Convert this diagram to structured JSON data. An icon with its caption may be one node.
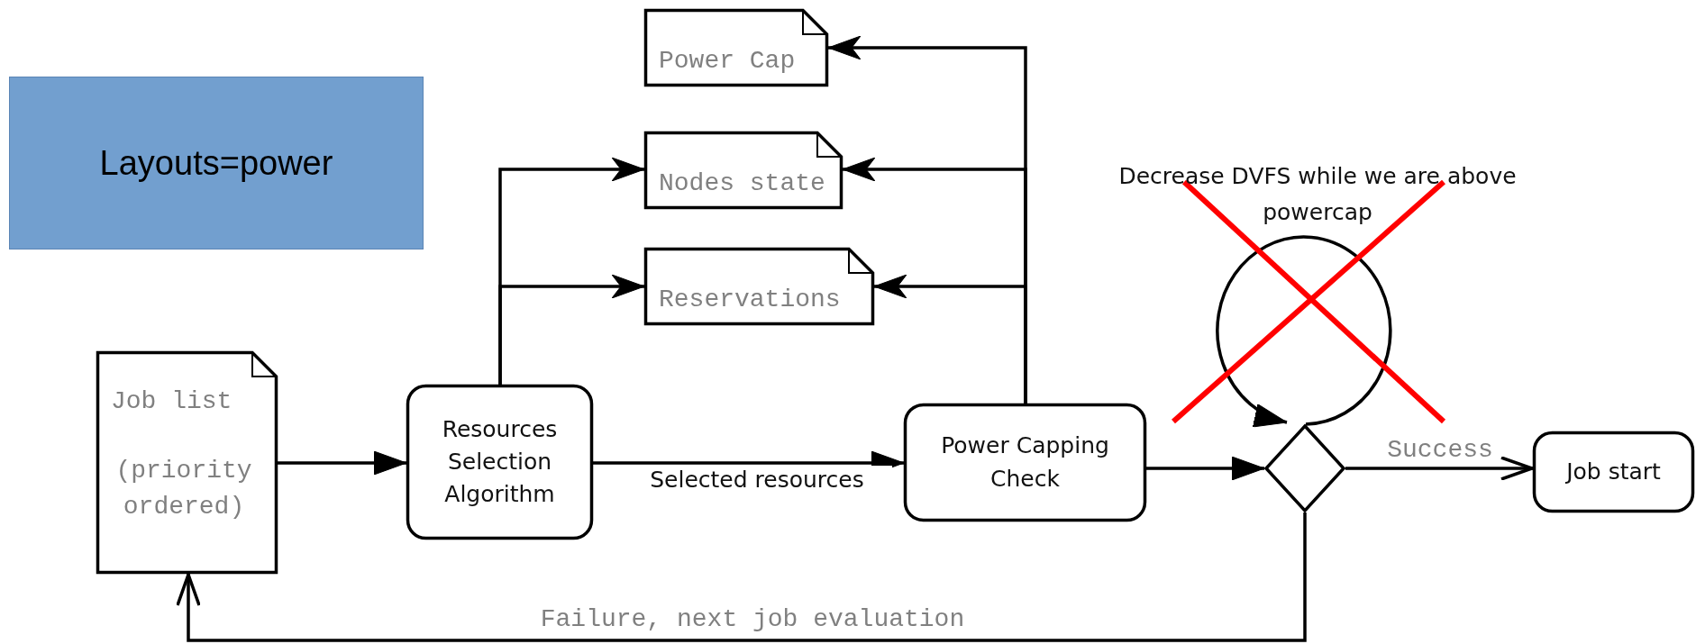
{
  "diagram": {
    "nodes": [
      {
        "text": [
          "Layouts=power"
        ]
      },
      {
        "text": [
          "Power Cap"
        ]
      },
      {
        "text": [
          "Nodes state"
        ]
      },
      {
        "text": [
          "Reservations"
        ]
      },
      {
        "text": [
          "Job list",
          "(priority ordered)"
        ]
      },
      {
        "text": [
          "Resources Selection Algorithm"
        ]
      },
      {
        "text": [
          "Power Capping Check"
        ]
      },
      {
        "text": [],
        "shape": "diamond"
      },
      {
        "text": [
          "Job start"
        ]
      }
    ],
    "edges": [
      {
        "from": 4,
        "to": 5,
        "arrow": "to"
      },
      {
        "from": 5,
        "to": 6,
        "arrow": "to",
        "label": "Selected resources"
      },
      {
        "from": 5,
        "to": 2,
        "arrow": "to"
      },
      {
        "from": 5,
        "to": 3,
        "arrow": "to"
      },
      {
        "from": 6,
        "to": 1,
        "arrow": "to"
      },
      {
        "from": 6,
        "to": 2,
        "arrow": "to"
      },
      {
        "from": 6,
        "to": 3,
        "arrow": "to"
      },
      {
        "from": 6,
        "to": 7,
        "arrow": "to"
      },
      {
        "from": 7,
        "to": 8,
        "arrow": "to",
        "label": "Success"
      },
      {
        "from": 7,
        "to": 4,
        "arrow": "to",
        "label": "Failure, next job evaluation"
      },
      {
        "from": 7,
        "to": 7,
        "arrow": "to",
        "label": "Decrease DVFS while we are above powercap"
      }
    ]
  }
}
